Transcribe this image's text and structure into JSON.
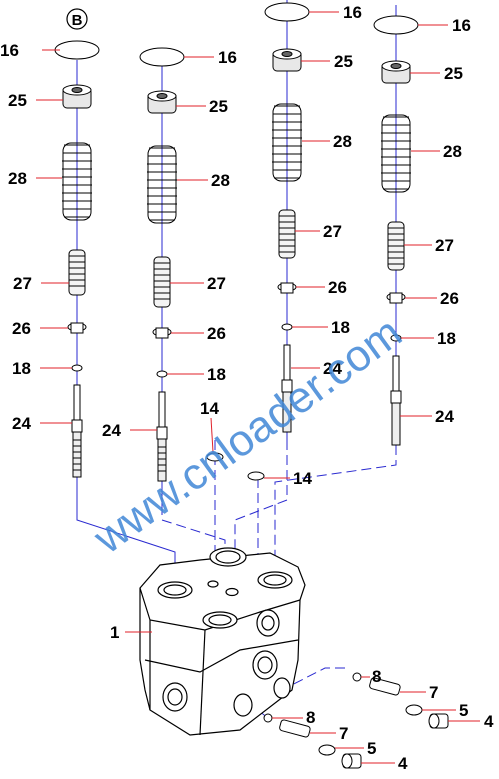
{
  "section_marker": "B",
  "callouts": [
    {
      "id": "c16a",
      "text": "16"
    },
    {
      "id": "c16b",
      "text": "16"
    },
    {
      "id": "c16c",
      "text": "16"
    },
    {
      "id": "c16d",
      "text": "16"
    },
    {
      "id": "c25a",
      "text": "25"
    },
    {
      "id": "c25b",
      "text": "25"
    },
    {
      "id": "c25c",
      "text": "25"
    },
    {
      "id": "c25d",
      "text": "25"
    },
    {
      "id": "c28a",
      "text": "28"
    },
    {
      "id": "c28b",
      "text": "28"
    },
    {
      "id": "c28c",
      "text": "28"
    },
    {
      "id": "c28d",
      "text": "28"
    },
    {
      "id": "c27a",
      "text": "27"
    },
    {
      "id": "c27b",
      "text": "27"
    },
    {
      "id": "c27c",
      "text": "27"
    },
    {
      "id": "c27d",
      "text": "27"
    },
    {
      "id": "c26a",
      "text": "26"
    },
    {
      "id": "c26b",
      "text": "26"
    },
    {
      "id": "c26c",
      "text": "26"
    },
    {
      "id": "c26d",
      "text": "26"
    },
    {
      "id": "c18a",
      "text": "18"
    },
    {
      "id": "c18b",
      "text": "18"
    },
    {
      "id": "c18c",
      "text": "18"
    },
    {
      "id": "c18d",
      "text": "18"
    },
    {
      "id": "c24a",
      "text": "24"
    },
    {
      "id": "c24b",
      "text": "24"
    },
    {
      "id": "c24c",
      "text": "24"
    },
    {
      "id": "c24d",
      "text": "24"
    },
    {
      "id": "c14a",
      "text": "14"
    },
    {
      "id": "c14b",
      "text": "14"
    },
    {
      "id": "c1",
      "text": "1"
    },
    {
      "id": "c8a",
      "text": "8"
    },
    {
      "id": "c8b",
      "text": "8"
    },
    {
      "id": "c7a",
      "text": "7"
    },
    {
      "id": "c7b",
      "text": "7"
    },
    {
      "id": "c5a",
      "text": "5"
    },
    {
      "id": "c5b",
      "text": "5"
    },
    {
      "id": "c4a",
      "text": "4"
    },
    {
      "id": "c4b",
      "text": "4"
    }
  ],
  "watermark": "www.cnloader.com",
  "colors": {
    "leader": "#e0202a",
    "axis": "#2a2ad0",
    "outline": "#000000",
    "watermark": "#3f86d6"
  }
}
